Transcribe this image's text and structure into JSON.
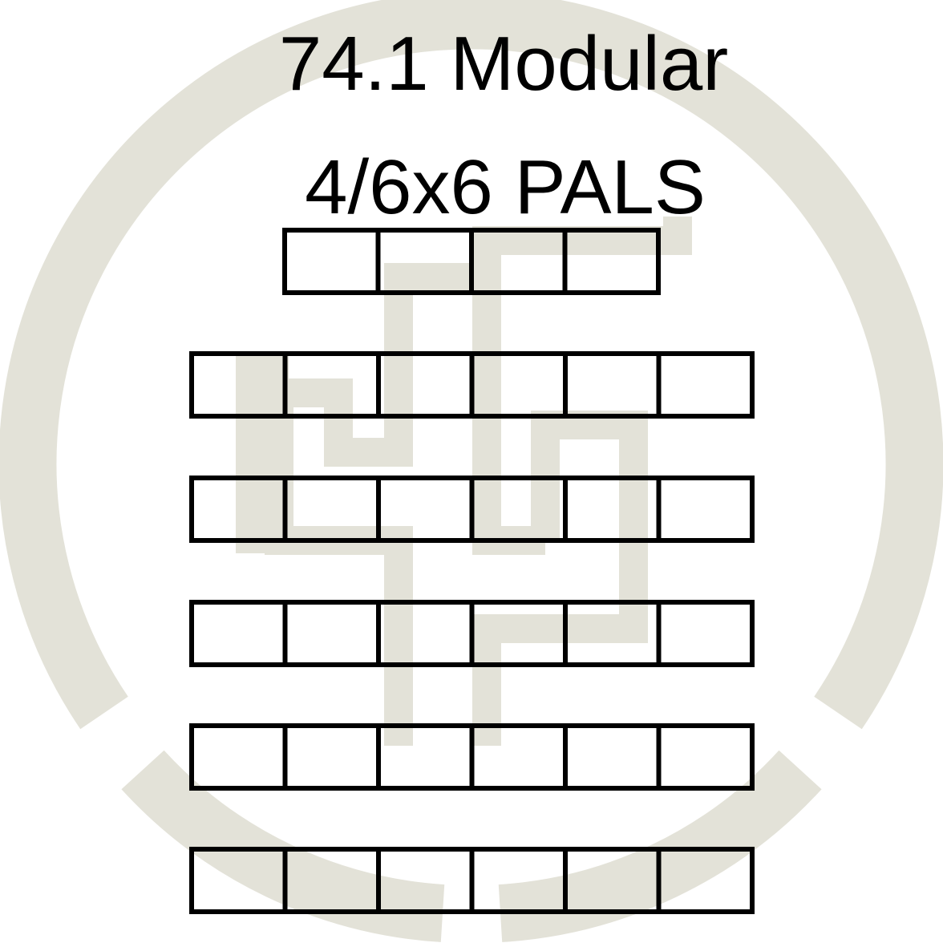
{
  "title": {
    "line1": "74.1 Modular",
    "line2": "4/6x6 PALS"
  },
  "grid": {
    "rows": [
      4,
      6,
      6,
      6,
      6,
      6
    ]
  },
  "colors": {
    "background": "#ffffff",
    "watermark": "#e3e2d8",
    "outline": "#000000",
    "text": "#000000"
  },
  "watermark": {
    "icon": "ring-with-fret-emblem"
  }
}
